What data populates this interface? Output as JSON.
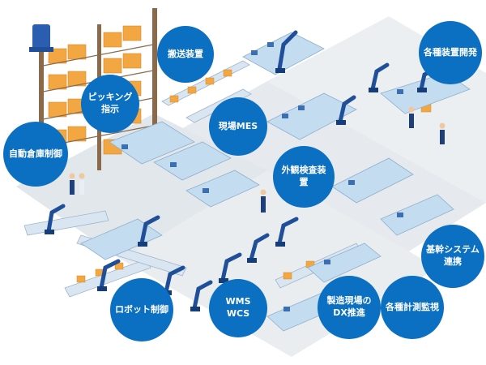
{
  "labels": {
    "hanso": "搬送装置",
    "picking": "ピッキング\n指示",
    "soko": "自動倉庫制御",
    "mes": "現場MES",
    "kaihatsu": "各種装置開発",
    "gaikan": "外観検査装置",
    "robot": "ロボット制御",
    "wms": "WMS\nWCS",
    "dx": "製造現場の\nDX推進",
    "keisoku": "各種計測監視",
    "kikan": "基幹システム\n連携"
  },
  "colors": {
    "bubble": "#0b6fc2",
    "floor": "#dfe4ea",
    "floor_line": "#cfd6de",
    "machine": "#bcd7ee",
    "robot": "#1f4f98",
    "crate": "#f2a743",
    "conveyor_pale": "#e4f0fa"
  }
}
